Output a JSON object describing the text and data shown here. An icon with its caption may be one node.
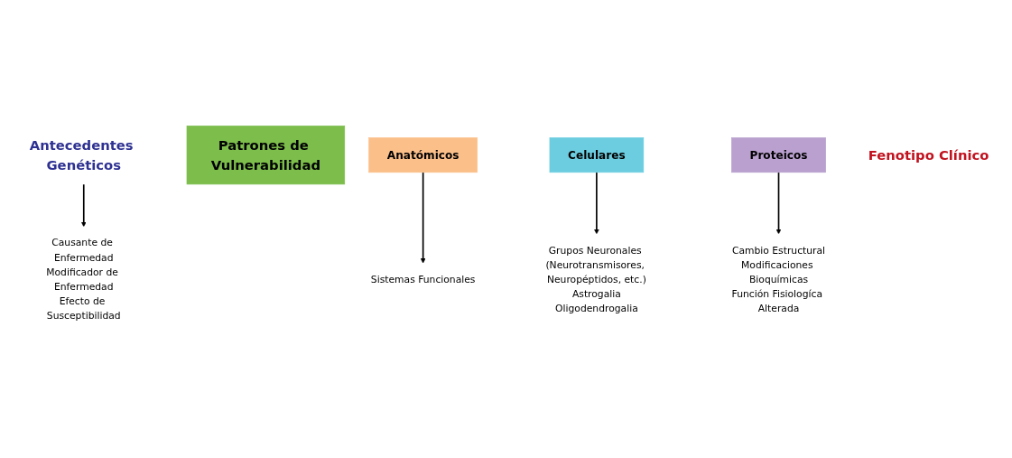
{
  "diagram": {
    "nodes": [
      {
        "text": [
          "Antecedentes Genéticos"
        ]
      },
      {
        "text": [
          "Patrones de Vulnerabilidad"
        ]
      },
      {
        "text": [
          "Anatómicos"
        ]
      },
      {
        "text": [
          "Celulares"
        ]
      },
      {
        "text": [
          "Proteicos"
        ]
      },
      {
        "text": [
          "Fenotipo Clínico"
        ]
      },
      {
        "text": [
          "Causante de Enfermedad",
          "Modificador de Enfermedad",
          "Efecto de Susceptibilidad"
        ]
      },
      {
        "text": [
          "Sistemas Funcionales"
        ]
      },
      {
        "text": [
          "Grupos Neuronales (Neurotransmisores, Neuropéptidos, etc.)",
          "Astrogalia",
          "Oligodendrogalia"
        ]
      },
      {
        "text": [
          "Cambio Estructural",
          "Modificaciones Bioquímicas",
          "Función Fisiologíca Alterada"
        ]
      }
    ],
    "edges": [
      {
        "from": 0,
        "to": 6,
        "arrow": "to"
      },
      {
        "from": 2,
        "to": 7,
        "arrow": "to"
      },
      {
        "from": 3,
        "to": 8,
        "arrow": "to"
      },
      {
        "from": 4,
        "to": 9,
        "arrow": "to"
      }
    ]
  }
}
